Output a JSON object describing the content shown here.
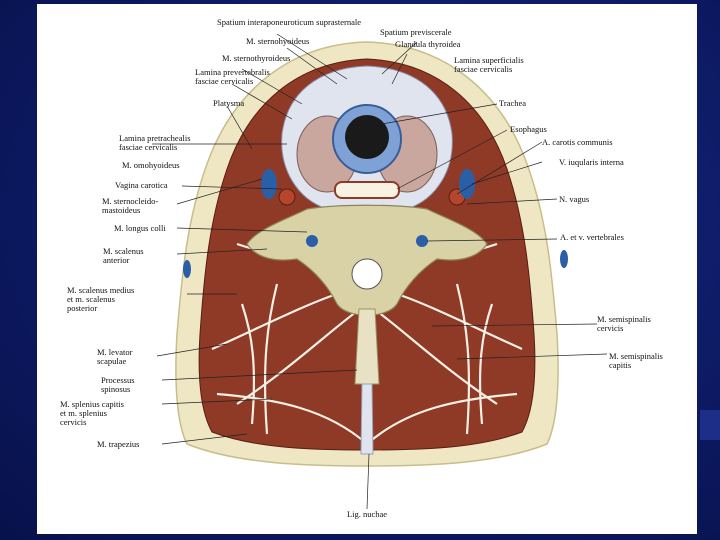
{
  "labels": {
    "spatium_interaponeuroticum": "Spatium interaponeuroticum suprasternale",
    "m_sternohyoideus": "M. sternohyoideus",
    "spatium_previscerale": "Spatium previscerale",
    "glandula_thyroidea": "Glandula thyroidea",
    "m_sternothyroideus": "M. sternothyroideus",
    "lamina_superficialis": "Lamina superficialis\nfasciae cervicalis",
    "lamina_prevertebralis": "Lamina prevertebralis\nfasciae cervicalis",
    "platysma": "Platysma",
    "trachea": "Trachea",
    "esophagus": "Esophagus",
    "lamina_pretrachealis": "Lamina pretrachealis\nfasciae cervicalis",
    "a_carotis": "A. carotis communis",
    "m_omohyoideus": "M. omohyoideus",
    "v_jugularis": "V. iuqularis interna",
    "vagina_carotica": "Vagina carotica",
    "n_vagus": "N. vagus",
    "m_sternocleidomastoideus": "M. sternocleido-\nmastoideus",
    "m_longus_colli": "M. longus colli",
    "a_v_vertebrales": "A. et v. vertebrales",
    "m_scalenus_anterior": "M. scalenus\nanterior",
    "m_scalenus_medius": "M. scalenus medius\net m. scalenus\nposterior",
    "m_semispinalis_cervicis": "M. semispinalis\ncervicis",
    "m_semispinalis_capitis": "M. semispinalis\ncapitis",
    "m_levator": "M. levator\nscapulae",
    "processus_spinosus": "Processus\nspinosus",
    "m_splenius": "M. splenius capitis\net m. splenius\ncervicis",
    "m_trapezius": "M. trapezius",
    "lig_nuchae": "Lig. nuchae"
  },
  "colors": {
    "muscle": "#8e3a26",
    "muscle_dark": "#6e2616",
    "fat": "#efe7c4",
    "fascia": "#dfe4ef",
    "vein": "#2a5fa8",
    "bone": "#d9d2a7",
    "background_blue": "#0f1d6b"
  }
}
